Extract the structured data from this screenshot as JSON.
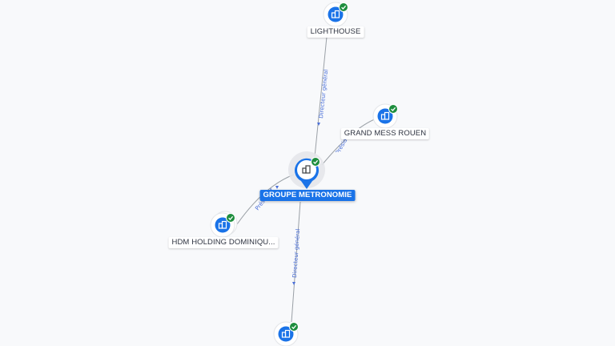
{
  "nodes": {
    "lighthouse": {
      "label": "LIGHTHOUSE",
      "icon": "company-building-icon",
      "verified": true
    },
    "grand_mess_rouen": {
      "label": "GRAND MESS ROUEN",
      "icon": "company-building-icon",
      "verified": true
    },
    "groupe_metronomie": {
      "label": "GROUPE METRONOMIE",
      "icon": "company-building-icon",
      "verified": true,
      "selected": true
    },
    "hdm_holding": {
      "label": "HDM HOLDING DOMINIQU...",
      "icon": "company-building-icon",
      "verified": true
    },
    "bottom_company": {
      "label": "",
      "icon": "company-building-icon",
      "verified": true
    }
  },
  "edges": {
    "to_lighthouse": "Directeur général",
    "to_grand_mess": "Président",
    "to_hdm": "Président",
    "to_bottom": "Directeur général"
  },
  "colors": {
    "background": "#f8f9fb",
    "node_blue": "#1a73e8",
    "check_green": "#1e8e3e",
    "edge_gray": "#9aa0a6",
    "edge_label": "#4a6fd8"
  }
}
